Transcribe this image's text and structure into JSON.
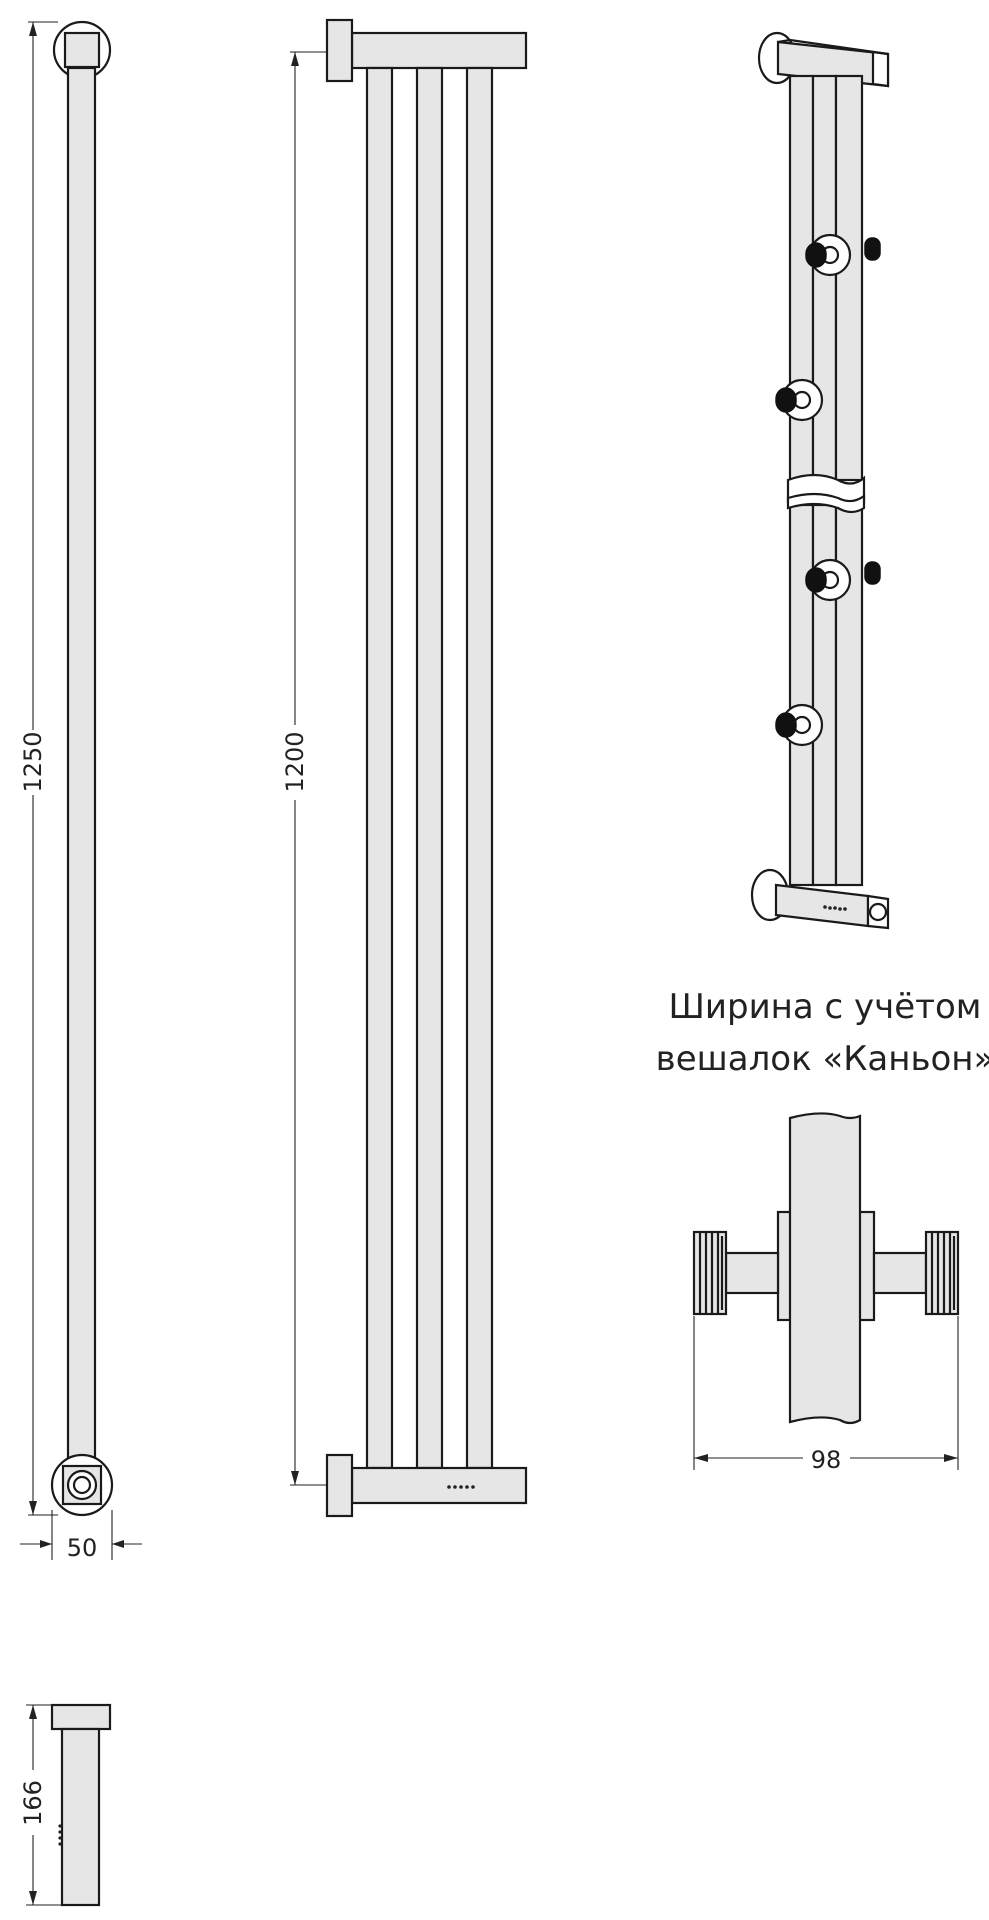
{
  "dimensions": {
    "overall_height": "1250",
    "pipe_height": "1200",
    "mount_width": "50",
    "depth": "166",
    "width_with_hooks": "98"
  },
  "caption": {
    "line1": "Ширина с учётом",
    "line2": "вешалок «Каньон»"
  },
  "colors": {
    "line": "#1a1a1a",
    "fill": "#e6e6e6",
    "background": "#ffffff"
  }
}
